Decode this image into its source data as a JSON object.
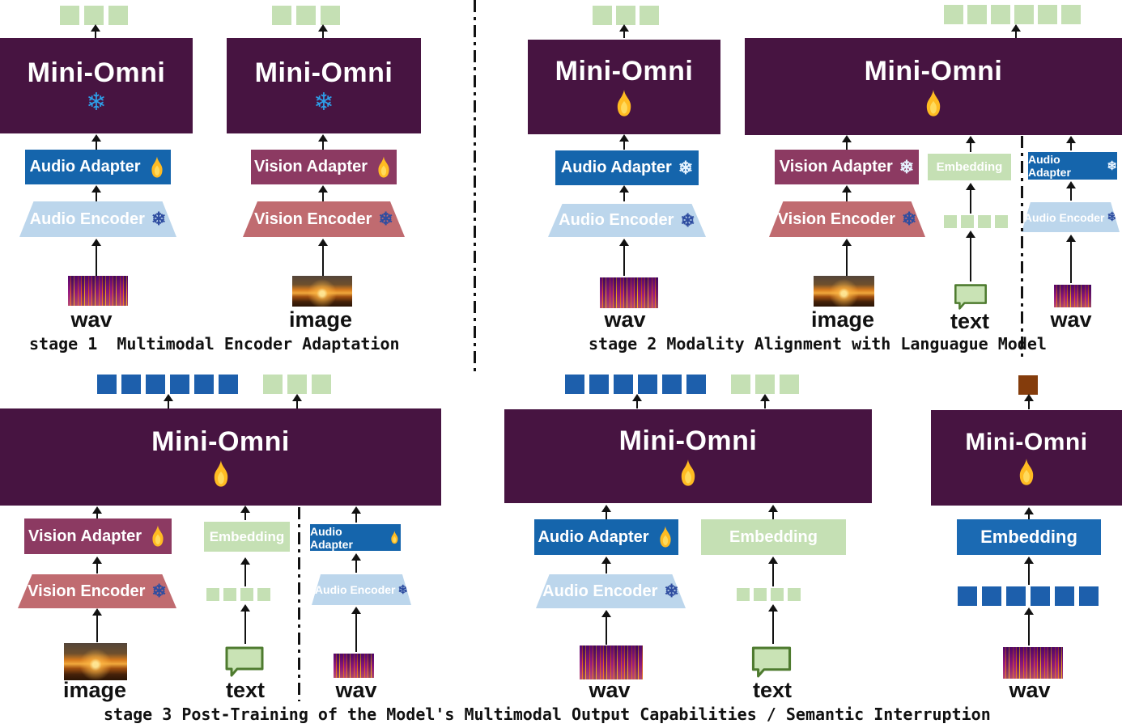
{
  "labels": {
    "model": "Mini-Omni",
    "audio_adapter": "Audio Adapter",
    "audio_encoder": "Audio Encoder",
    "vision_adapter": "Vision Adapter",
    "vision_encoder": "Vision Encoder",
    "embedding": "Embedding",
    "wav": "wav",
    "image": "image",
    "text": "text"
  },
  "captions": {
    "stage1": "stage 1  Multimodal Encoder Adaptation",
    "stage2": "stage 2 Modality Alignment with Languague Model",
    "stage3": "stage 3 Post-Training of the Model's Multimodal Output Capabilities / Semantic Interruption"
  },
  "icons": {
    "snowflake": "❄",
    "flame": "flame-icon"
  },
  "colors": {
    "purple": "#471441",
    "adapter_blue": "#1565AC",
    "encoder_light_blue": "#BCD6EC",
    "vision_magenta": "#8C3A62",
    "vision_rose": "#C06B70",
    "embedding_blue": "#1B6AB3",
    "green": "#C5E0B4",
    "blue": "#1D5FAC",
    "brown": "#843C0C",
    "bubble_border": "#4E7B2F",
    "snowflake_bright": "#2D9EE8",
    "flame_gold": "#FFBB22"
  },
  "tokens": {
    "s1_audio_out": {
      "count": 3,
      "color": "green"
    },
    "s1_vision_out": {
      "count": 3,
      "color": "green"
    },
    "s2_audio_out": {
      "count": 3,
      "color": "green"
    },
    "s2_joint_out": {
      "count": 6,
      "color": "green"
    },
    "s2_text_in": {
      "count": 4,
      "color": "green",
      "small": true
    },
    "s3_left_audio_out": {
      "count": 6,
      "color": "blue"
    },
    "s3_left_text_out": {
      "count": 3,
      "color": "green"
    },
    "s3_left_text_in": {
      "count": 4,
      "color": "green",
      "small": true
    },
    "s3_mid_audio_out": {
      "count": 6,
      "color": "blue"
    },
    "s3_mid_text_out": {
      "count": 3,
      "color": "green"
    },
    "s3_mid_text_in": {
      "count": 4,
      "color": "green",
      "small": true
    },
    "s3_right_out": {
      "count": 1,
      "color": "brown"
    },
    "s3_right_audio_in": {
      "count": 6,
      "color": "blue"
    }
  }
}
